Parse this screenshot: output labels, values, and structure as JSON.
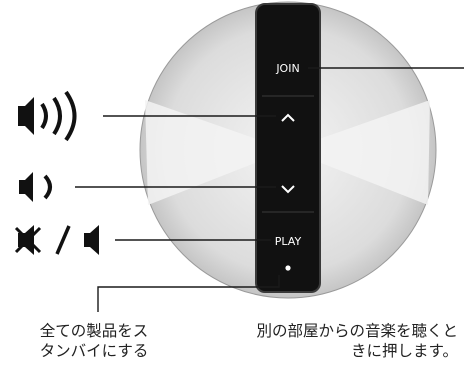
{
  "buttons": {
    "join_label": "JOIN",
    "play_label": "PLAY"
  },
  "captions": {
    "standby_line1": "全ての製品をス",
    "standby_line2": "タンバイにする",
    "join_line1": "別の部屋からの音楽を聴くと",
    "join_line2": "きに押します。"
  },
  "icons": {
    "volume_up": "speaker-loud-icon",
    "volume_down": "speaker-soft-icon",
    "mute_toggle": "mute-unmute-icon",
    "volume_up_button": "chevron-up-icon",
    "volume_down_button": "chevron-down-icon",
    "standby_button": "dot-icon"
  },
  "colors": {
    "panel": "#111111",
    "panel_border": "#2a2a2a",
    "dial": "#d4d4d4",
    "dial_highlight": "#f2f2f2",
    "leader": "#1a1a1a",
    "text": "#222222"
  }
}
